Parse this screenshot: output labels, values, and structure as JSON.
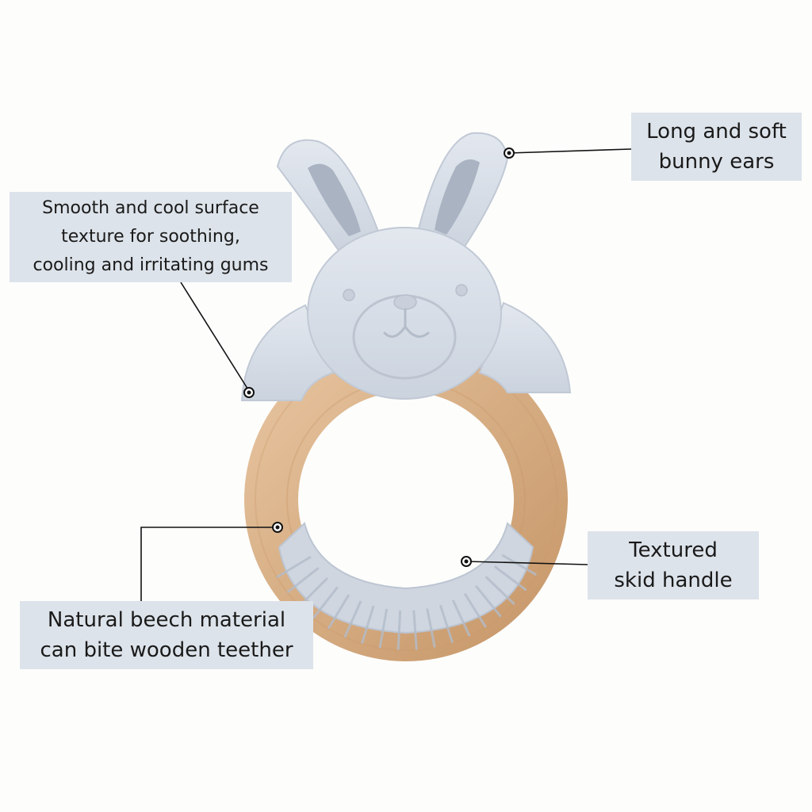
{
  "colors": {
    "background": "#fdfdfc",
    "label_background": "#dde3ea",
    "silicone": "#d8dfe9",
    "silicone_shade": "#c4ccd8",
    "wood": "#dcb58f",
    "wood_dark": "#c99a6c",
    "leader_line": "#111111"
  },
  "callouts": {
    "ears": {
      "lines": [
        "Long and soft",
        "bunny ears"
      ]
    },
    "surface": {
      "lines": [
        "Smooth and cool surface",
        "texture for soothing,",
        "cooling and irritating gums"
      ]
    },
    "handle": {
      "lines": [
        "Textured",
        "skid handle"
      ]
    },
    "beech": {
      "lines": [
        "Natural beech material",
        "can bite wooden teether"
      ]
    }
  }
}
